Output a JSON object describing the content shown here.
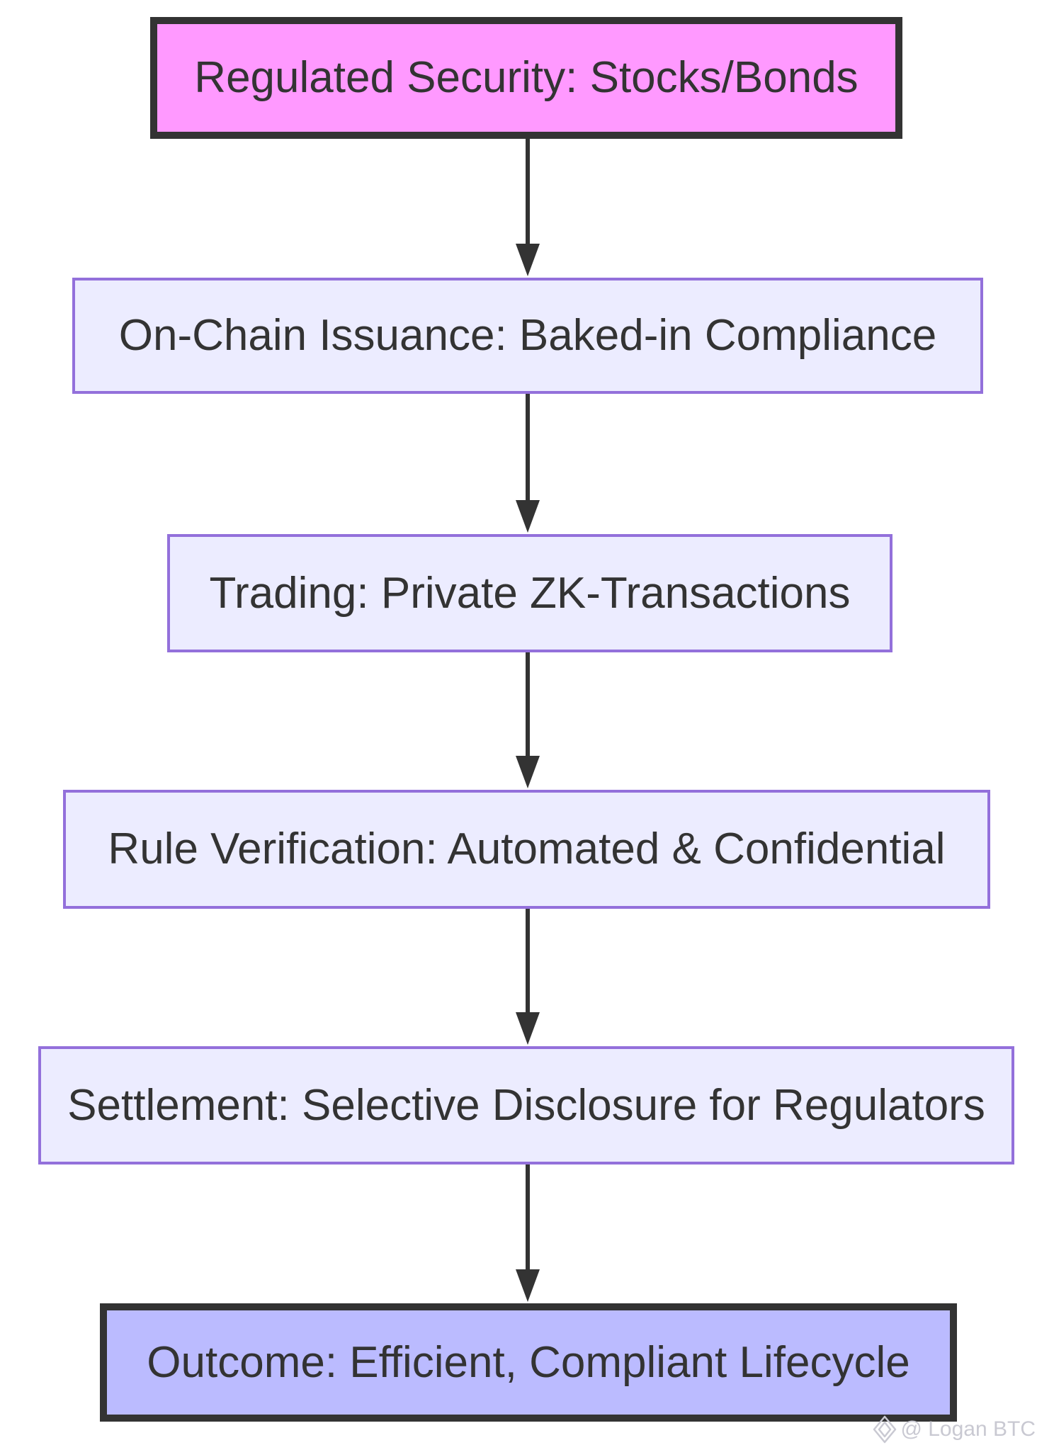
{
  "diagram": {
    "type": "flowchart",
    "direction": "top-down",
    "nodes": [
      {
        "id": "security",
        "label": "Regulated Security: Stocks/Bonds",
        "fill": "#ff99ff",
        "stroke": "#333333"
      },
      {
        "id": "issuance",
        "label": "On-Chain Issuance: Baked-in Compliance",
        "fill": "#ececff",
        "stroke": "#9370db"
      },
      {
        "id": "trading",
        "label": "Trading: Private ZK-Transactions",
        "fill": "#ececff",
        "stroke": "#9370db"
      },
      {
        "id": "verification",
        "label": "Rule Verification: Automated & Confidential",
        "fill": "#ececff",
        "stroke": "#9370db"
      },
      {
        "id": "settlement",
        "label": "Settlement: Selective Disclosure for Regulators",
        "fill": "#ececff",
        "stroke": "#9370db"
      },
      {
        "id": "outcome",
        "label": "Outcome: Efficient, Compliant Lifecycle",
        "fill": "#bbbbff",
        "stroke": "#333333"
      }
    ],
    "edges": [
      {
        "from": "security",
        "to": "issuance"
      },
      {
        "from": "issuance",
        "to": "trading"
      },
      {
        "from": "trading",
        "to": "verification"
      },
      {
        "from": "verification",
        "to": "settlement"
      },
      {
        "from": "settlement",
        "to": "outcome"
      }
    ],
    "edge_color": "#333333",
    "text_color": "#333333"
  },
  "watermark": {
    "icon": "diamond-gem-icon",
    "label": "@ Logan BTC",
    "color": "#c9c9d2"
  }
}
